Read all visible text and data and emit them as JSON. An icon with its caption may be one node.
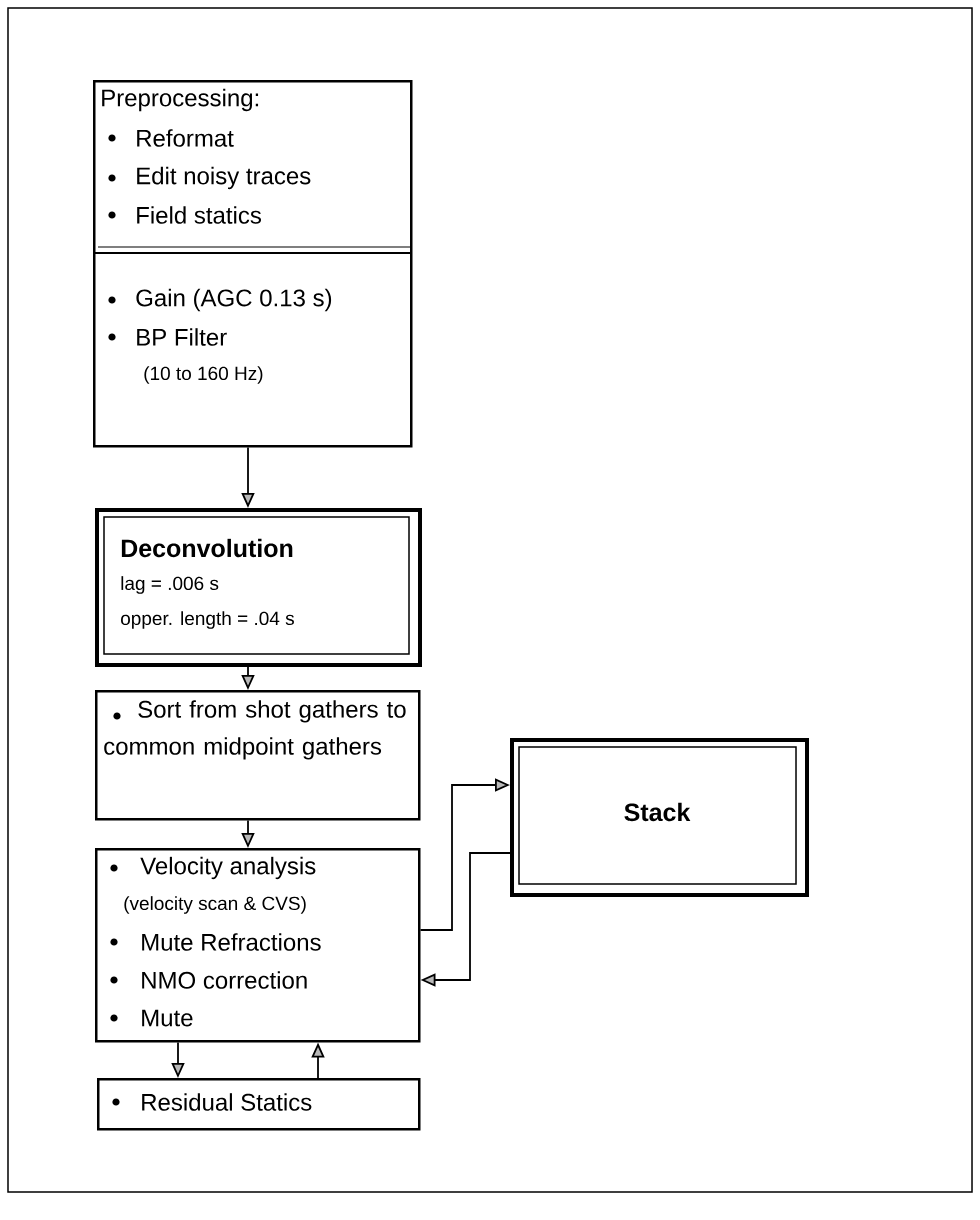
{
  "diagram": {
    "nodes": [
      {
        "text": [
          "Preprocessing:",
          "Reformat",
          "Edit noisy traces",
          "Field statics",
          "Gain (AGC 0.13 s)",
          "BP Filter",
          "(10 to 160 Hz)"
        ]
      },
      {
        "text": [
          "Deconvolution",
          "lag = .006 s",
          "opper. length = .04 s"
        ]
      },
      {
        "text": [
          "Sort from shot gathers to common midpoint gathers"
        ]
      },
      {
        "text": [
          "Velocity analysis",
          "(velocity scan & CVS)",
          "Mute Refractions",
          "NMO correction",
          "Mute"
        ]
      },
      {
        "text": [
          "Residual Statics"
        ]
      },
      {
        "text": [
          "Stack"
        ]
      }
    ],
    "edges": [
      {
        "from": 0,
        "to": 1,
        "arrow": "to"
      },
      {
        "from": 1,
        "to": 2,
        "arrow": "to"
      },
      {
        "from": 2,
        "to": 3,
        "arrow": "to"
      },
      {
        "from": 3,
        "to": 5,
        "arrow": "to"
      },
      {
        "from": 5,
        "to": 3,
        "arrow": "to"
      },
      {
        "from": 3,
        "to": 4,
        "arrow": "to"
      },
      {
        "from": 4,
        "to": 3,
        "arrow": "to"
      }
    ]
  }
}
